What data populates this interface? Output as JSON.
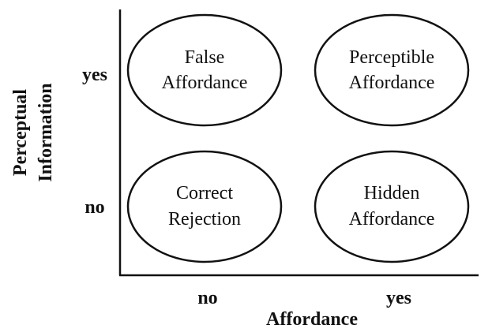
{
  "y_axis": {
    "title_line1": "Perceptual",
    "title_line2": "Information",
    "tick_yes": "yes",
    "tick_no": "no"
  },
  "x_axis": {
    "title": "Affordance",
    "tick_no": "no",
    "tick_yes": "yes"
  },
  "cells": {
    "false_affordance": {
      "line1": "False",
      "line2": "Affordance"
    },
    "perceptible_affordance": {
      "line1": "Perceptible",
      "line2": "Affordance"
    },
    "correct_rejection": {
      "line1": "Correct",
      "line2": "Rejection"
    },
    "hidden_affordance": {
      "line1": "Hidden",
      "line2": "Affordance"
    }
  }
}
